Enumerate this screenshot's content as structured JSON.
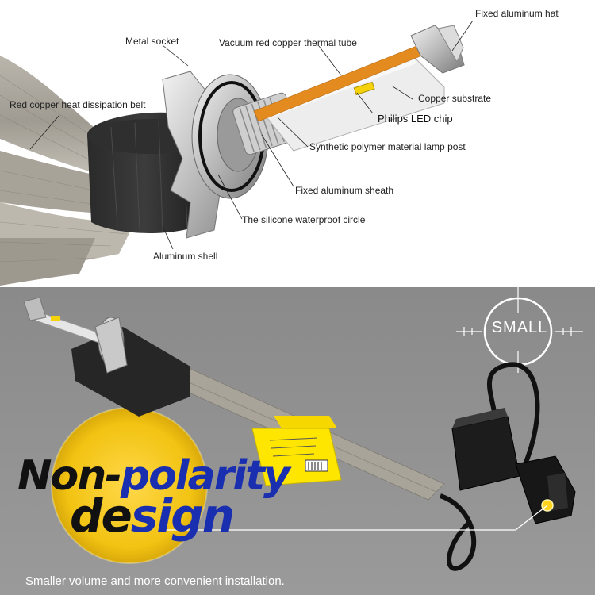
{
  "callouts": {
    "fixed_aluminum_hat": "Fixed aluminum hat",
    "metal_socket": "Metal socket",
    "vacuum_tube": "Vacuum red copper thermal tube",
    "red_copper_belt": "Red copper heat dissipation belt",
    "copper_substrate": "Copper substrate",
    "philips_chip": "Philips LED chip",
    "lamp_post": "Synthetic polymer material lamp post",
    "aluminum_sheath": "Fixed aluminum sheath",
    "waterproof_circle": "The silicone waterproof circle",
    "aluminum_shell": "Aluminum shell"
  },
  "banner": {
    "line1_part1": "Non-",
    "line1_part2": "polarity",
    "line2_part1": "de",
    "line2_part2": "sign",
    "small_label": "SMALL",
    "caption": "Smaller volume and more convenient installation."
  },
  "colors": {
    "gray_bg": "#8c8c8c",
    "yellow_circle": "#f3c718",
    "accent_blue": "#1a2fb0",
    "tube_orange": "#e38b1f"
  }
}
